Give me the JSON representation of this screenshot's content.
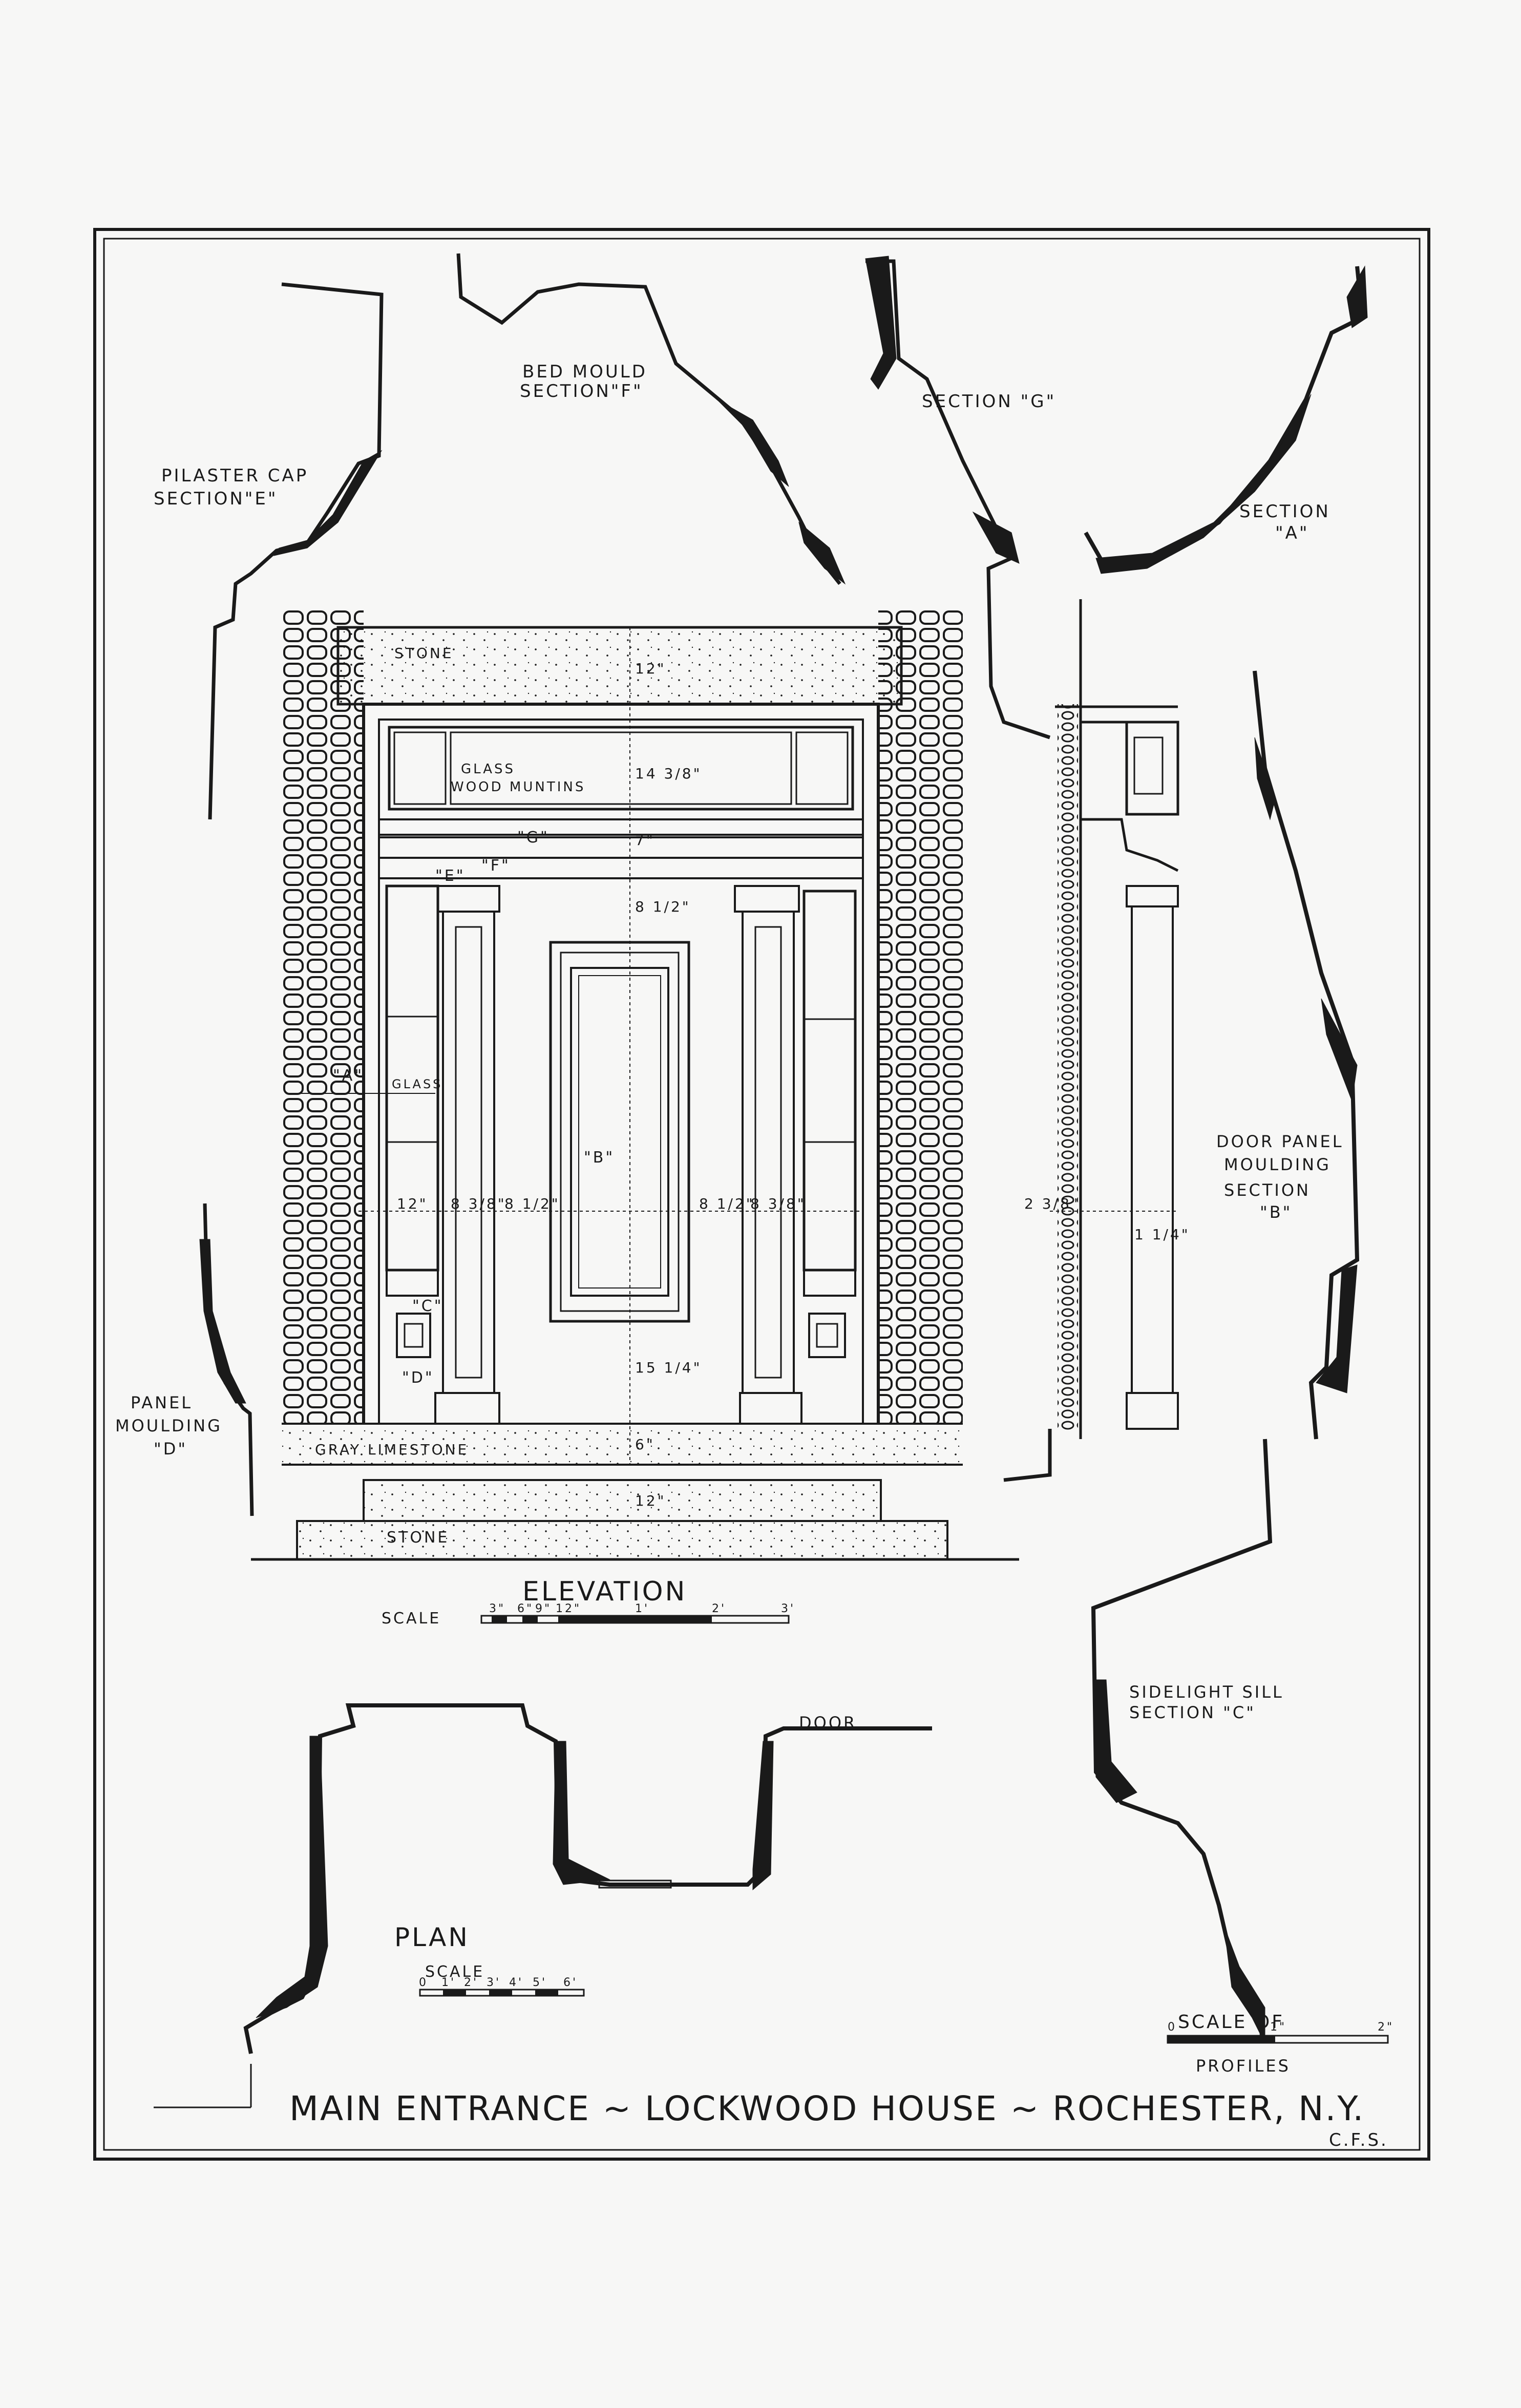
{
  "labels": {
    "bed_mould_1": "BED MOULD",
    "bed_mould_2": "SECTION\"F\"",
    "section_g": "SECTION \"G\"",
    "pilaster_1": "PILASTER CAP",
    "pilaster_2": "SECTION\"E\"",
    "section_a_1": "SECTION",
    "section_a_2": "\"A\"",
    "stone_top": "STONE",
    "glass_wood_1": "GLASS",
    "glass_wood_2": "WOOD MUNTINS",
    "glass_side": "GLASS",
    "gray_limestone": "GRAY LIMESTONE",
    "stone_bottom": "STONE",
    "elevation": "ELEVATION",
    "scale_elev": "SCALE",
    "door_panel_1": "DOOR PANEL",
    "door_panel_2": "MOULDING",
    "door_panel_3": "SECTION",
    "door_panel_4": "\"B\"",
    "panel_moulding_1": "PANEL",
    "panel_moulding_2": "MOULDING",
    "panel_moulding_3": "\"D\"",
    "sidelight_1": "SIDELIGHT SILL",
    "sidelight_2": "SECTION \"C\"",
    "door": "DOOR",
    "plan": "PLAN",
    "scale_plan": "SCALE",
    "scale_profiles": "SCALE OF",
    "profiles": "PROFILES",
    "main_title": "MAIN ENTRANCE ~ LOCKWOOD HOUSE ~ ROCHESTER, N.Y.",
    "initials": "C.F.S."
  },
  "markers": {
    "e": "\"E\"",
    "f": "\"F\"",
    "g": "\"G\"",
    "a": "\"A\"",
    "b": "\"B\"",
    "c": "\"C\"",
    "d": "\"D\""
  },
  "dims": {
    "stone_h": "12\"",
    "transom_h": "14 3/8\"",
    "frieze_h": "7\"",
    "cap_h": "8 1/2\"",
    "base_h": "15 1/4\"",
    "step1": "6\"",
    "step2": "12\"",
    "side_w": "12\"",
    "pil_l": "8 3/8\"",
    "gap_l": "8 1/2\"",
    "gap_r": "8 1/2\"",
    "pil_r": "8 3/8\"",
    "sec_w": "2 3/8\"",
    "sec_w2": "1 1/4\""
  },
  "scale_ticks": {
    "elev": [
      "3\"",
      "6\"",
      "9\"",
      "12\"",
      "1'",
      "2'",
      "3'"
    ],
    "plan": [
      "0",
      "1'",
      "2'",
      "3'",
      "4'",
      "5'",
      "6'"
    ],
    "profiles": [
      "0",
      "1\"",
      "2\""
    ]
  },
  "colors": {
    "ink": "#1a1a1a",
    "paper": "#f7f7f6"
  }
}
